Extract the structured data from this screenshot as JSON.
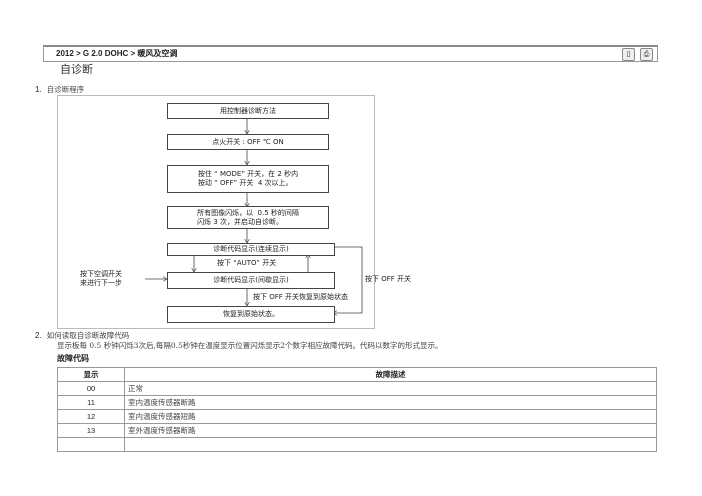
{
  "header": {
    "breadcrumb": "2012 > G 2.0 DOHC > 暖风及空调",
    "info_icon": "info-icon",
    "print_icon": "print-icon"
  },
  "title": "自诊断",
  "section1": {
    "number": "1.",
    "label": "自诊断程序"
  },
  "flowchart": {
    "box1": "用控制器诊断方法",
    "box2": "点火开关 : OFF ℃ ON",
    "box3": "按住 “ MODE” 开关，在 2 秒内\n按动 “ OFF” 开关  4 次以上。",
    "box4": "所有图像闪烁，以  0.5 秒的间隔\n闪烁 3 次，并启动自诊断。",
    "box5": "诊断代码显示(连续显示)",
    "box6": "诊断代码显示(间歇显示)",
    "box7": "恢复到原始状态。",
    "label_auto": "按下 “AUTO” 开关",
    "label_ac": "按下空调开关\n来进行下一步",
    "label_off_restore": "按下 OFF 开关恢复到原始状态",
    "label_off": "按下 OFF 开关"
  },
  "section2": {
    "number": "2.",
    "label": "如何读取自诊断故障代码",
    "description": "显示板每  0.5 秒钟闪烁3次后,每隔0.5秒钟在温度显示位置闪烁显示2个数字相应故障代码。代码以数字的形式显示。",
    "table_title": "故障代码"
  },
  "table": {
    "headers": [
      "显示",
      "故障描述"
    ],
    "rows": [
      [
        "00",
        "正常"
      ],
      [
        "11",
        "室内温度传感器断路"
      ],
      [
        "12",
        "室内温度传感器短路"
      ],
      [
        "13",
        "室外温度传感器断路"
      ],
      [
        "",
        ""
      ]
    ]
  }
}
